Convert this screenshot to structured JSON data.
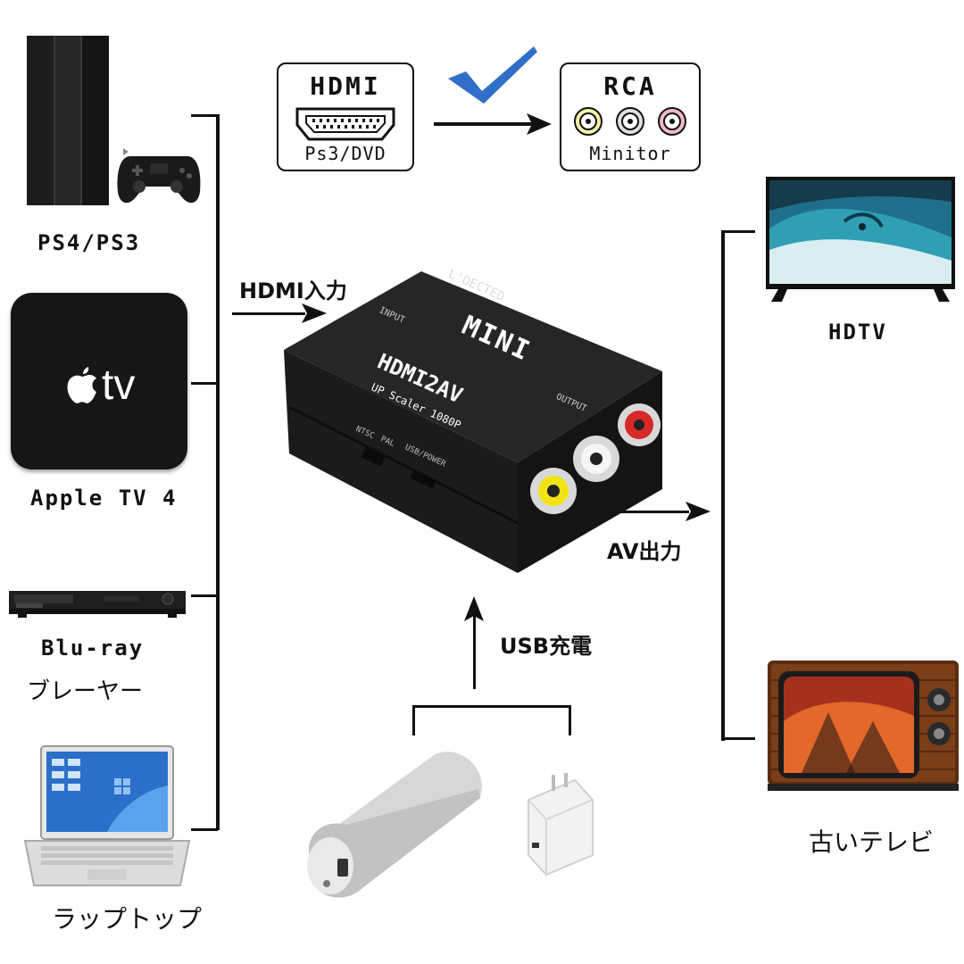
{
  "top_legend": {
    "hdmi_box": {
      "title": "HDMI",
      "subtitle": "Ps3/DVD"
    },
    "rca_box": {
      "title": "RCA",
      "subtitle": "Minitor"
    }
  },
  "sources": [
    {
      "label": "PS4/PS3"
    },
    {
      "label": "Apple TV 4",
      "logo_text": "tv"
    },
    {
      "label_line1": "Blu-ray",
      "label_line2": "ブレーヤー"
    },
    {
      "label": "ラップトップ"
    }
  ],
  "converter": {
    "brand": "L'OECTED",
    "model_top": "MINI",
    "name": "HDMI2AV",
    "subtitle": "UP Scaler 1080P",
    "input_label": "INPUT",
    "output_label": "OUTPUT",
    "switch_ntsc": "NTSC",
    "switch_pal": "PAL",
    "usb_label": "USB/POWER"
  },
  "arrows": {
    "hdmi_in": "HDMI入力",
    "av_out": "AV出力",
    "usb_charge": "USB充電"
  },
  "outputs": [
    {
      "label": "HDTV"
    },
    {
      "label": "古いテレビ"
    }
  ],
  "colors": {
    "check": "#2f6fc7",
    "rca_yellow": "#f4e21b",
    "rca_white": "#e8e8e8",
    "rca_red": "#d22a2a",
    "device_black": "#1a1a1a"
  }
}
